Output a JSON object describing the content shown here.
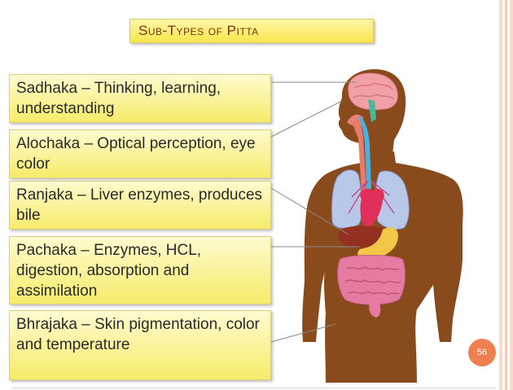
{
  "title": "Sub-Types of Pitta",
  "labels": {
    "sadhaka": "Sadhaka – Thinking, learning, understanding",
    "alochaka": "Alochaka – Optical perception, eye color",
    "ranjaka": "Ranjaka – Liver enzymes, produces bile",
    "pachaka": "Pachaka – Enzymes, HCL, digestion, absorption and assimilation",
    "bhrajaka": "Bhrajaka – Skin pigmentation, color and temperature"
  },
  "page_number": "56",
  "colors": {
    "skin": "#8a4b1c",
    "box_yellow": "#f6eb6a",
    "title_text": "#7a3212",
    "badge": "#ef7f4f"
  }
}
